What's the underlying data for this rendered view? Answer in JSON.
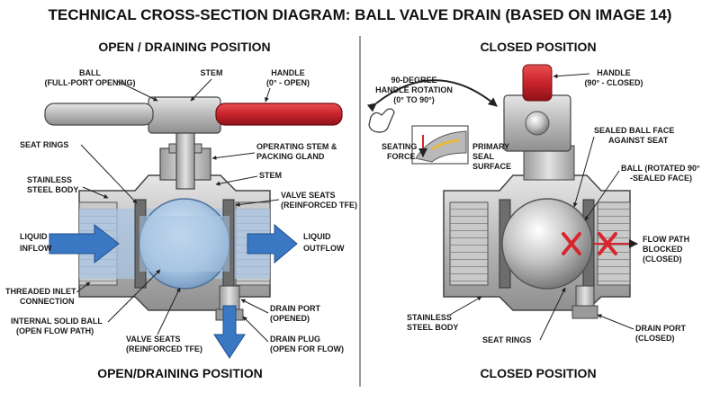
{
  "title": "TECHNICAL CROSS-SECTION DIAGRAM: BALL VALVE DRAIN (BASED ON IMAGE 14)",
  "left": {
    "header": "OPEN / DRAINING POSITION",
    "footer": "OPEN/DRAINING POSITION",
    "labels": {
      "ball_1": "BALL",
      "ball_2": "(FULL-PORT OPENING)",
      "stem": "STEM",
      "handle_1": "HANDLE",
      "handle_2": "(0° - OPEN)",
      "seat_rings": "SEAT RINGS",
      "operating_1": "OPERATING STEM &",
      "operating_2": "PACKING GLAND",
      "stainless_1": "STAINLESS",
      "stainless_2": "STEEL BODY",
      "stem2": "STEM",
      "valve_seats_1": "VALVE SEATS",
      "valve_seats_2": "(REINFORCED TFE)",
      "liquid_in_1": "LIQUID",
      "liquid_in_2": "INFLOW",
      "liquid_out_1": "LIQUID",
      "liquid_out_2": "OUTFLOW",
      "threaded_1": "THREADED INLET",
      "threaded_2": "CONNECTION",
      "internal_1": "INTERNAL SOLID BALL",
      "internal_2": "(OPEN FLOW PATH)",
      "drain_port_1": "DRAIN PORT",
      "drain_port_2": "(OPENED)",
      "valve_seats_b1": "VALVE SEATS",
      "valve_seats_b2": "(REINFORCED TFE)",
      "drain_plug_1": "DRAIN PLUG",
      "drain_plug_2": "(OPEN FOR FLOW)"
    }
  },
  "right": {
    "header": "CLOSED POSITION",
    "footer": "CLOSED POSITION",
    "labels": {
      "rotation_1": "90-DEGREE",
      "rotation_2": "HANDLE ROTATION",
      "rotation_3": "(0° TO 90°)",
      "handle_1": "HANDLE",
      "handle_2": "(90° - CLOSED)",
      "seating_1": "SEATING",
      "seating_2": "FORCE",
      "primary_1": "PRIMARY",
      "primary_2": "SEAL",
      "primary_3": "SURFACE",
      "sealed_1": "SEALED BALL FACE",
      "sealed_2": "AGAINST SEAT",
      "ball_rot_1": "BALL (ROTATED 90°",
      "ball_rot_2": "-SEALED FACE)",
      "flow_1": "FLOW PATH",
      "flow_2": "BLOCKED",
      "flow_3": "(CLOSED)",
      "stainless_1": "STAINLESS",
      "stainless_2": "STEEL BODY",
      "seat_rings": "SEAT RINGS",
      "drain_port_1": "DRAIN PORT",
      "drain_port_2": "(CLOSED)"
    }
  },
  "colors": {
    "steel_dark": "#8c8c8c",
    "steel_light": "#d6d6d6",
    "liquid": "#a9c6e3",
    "arrow_blue": "#3b78c4",
    "handle_red": "#c8232c",
    "cross_red": "#d7262d"
  }
}
